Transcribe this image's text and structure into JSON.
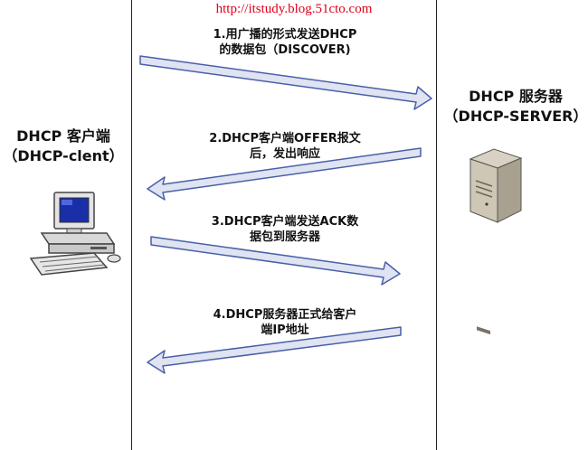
{
  "watermark": "http://itstudy.blog.51cto.com",
  "client": {
    "name": "DHCP 客户端",
    "role": "（DHCP-clent）"
  },
  "server": {
    "name": "DHCP 服务器",
    "role": "（DHCP-SERVER）"
  },
  "messages": [
    {
      "line1": "1.用广播的形式发送DHCP",
      "line2": "的数据包（DISCOVER)",
      "direction": "client-to-server"
    },
    {
      "line1": "2.DHCP客户端OFFER报文",
      "line2": "后，发出响应",
      "direction": "server-to-client"
    },
    {
      "line1": "3.DHCP客户端发送ACK数",
      "line2": "据包到服务器",
      "direction": "client-to-server"
    },
    {
      "line1": "4.DHCP服务器正式给客户",
      "line2": "端IP地址",
      "direction": "server-to-client"
    }
  ],
  "colors": {
    "arrow_fill": "#dfe3f2",
    "arrow_stroke": "#4a5fa8",
    "watermark": "#e0001b"
  },
  "icons": {
    "client": "desktop-computer-icon",
    "server": "tower-server-icon"
  }
}
